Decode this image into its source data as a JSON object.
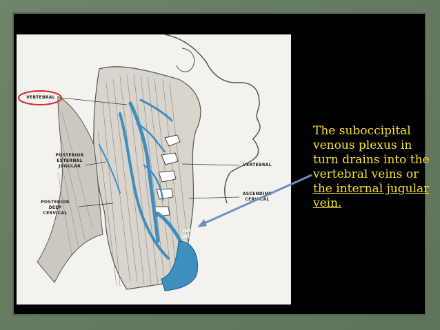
{
  "figure_labels": {
    "vertebral_top": "VERTEBRAL",
    "posterior_external_jugular": [
      "POSTERIOR",
      "EXTERNAL",
      "JUGULAR"
    ],
    "vertebral_right": "VERTEBRAL",
    "posterior_deep_cervical": [
      "POSTERIOR",
      "DEEP",
      "CERVICAL"
    ],
    "ascending_cervical": [
      "ASCENDING",
      "CERVICAL"
    ],
    "int_jug": [
      "INT.",
      "JUG."
    ]
  },
  "callout": {
    "plain": "The suboccipital venous plexus in turn drains into the vertebral veins or",
    "underlined": "the internal jugular vein."
  },
  "colors": {
    "vein": "#3d8fbf",
    "callout_text": "#f6e12e",
    "highlight_ring": "#d8262a",
    "arrow": "#6f8ec0"
  }
}
